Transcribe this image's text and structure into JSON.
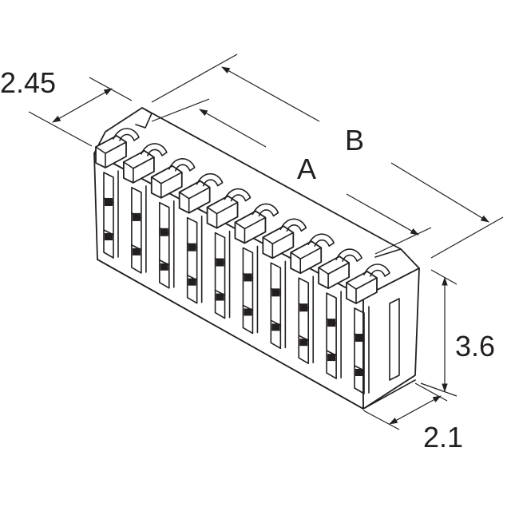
{
  "dimensions": {
    "pitch_left": "2.45",
    "length_b": "B",
    "length_a": "A",
    "height": "3.6",
    "depth": "2.1"
  },
  "part": {
    "type": "connector housing",
    "contact_count": 10
  }
}
